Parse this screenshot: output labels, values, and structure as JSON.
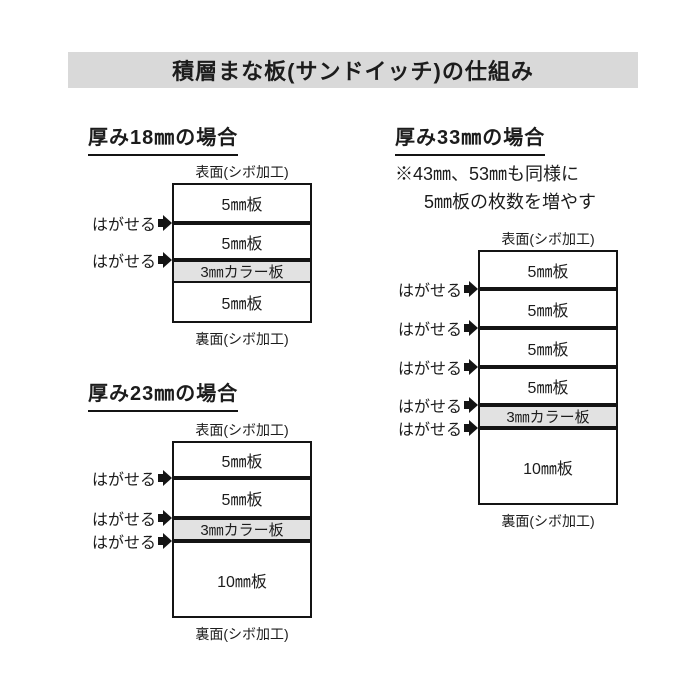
{
  "page": {
    "title": "積層まな板(サンドイッチ)の仕組み"
  },
  "diagrams": [
    {
      "id": "18mm",
      "heading": "厚み18㎜の場合",
      "front_label": "表面(シボ加工)",
      "back_label": "裏面(シボ加工)",
      "layers": [
        {
          "label": "5㎜板",
          "type": "5mm"
        },
        {
          "label": "5㎜板",
          "type": "5mm"
        },
        {
          "label": "3㎜カラー板",
          "type": "3mm-color"
        },
        {
          "label": "5㎜板",
          "type": "5mm"
        }
      ],
      "peels": [
        "はがせる",
        "はがせる"
      ]
    },
    {
      "id": "23mm",
      "heading": "厚み23㎜の場合",
      "front_label": "表面(シボ加工)",
      "back_label": "裏面(シボ加工)",
      "layers": [
        {
          "label": "5㎜板",
          "type": "5mm"
        },
        {
          "label": "5㎜板",
          "type": "5mm"
        },
        {
          "label": "3㎜カラー板",
          "type": "3mm-color"
        },
        {
          "label": "10㎜板",
          "type": "10mm"
        }
      ],
      "peels": [
        "はがせる",
        "はがせる",
        "はがせる"
      ]
    },
    {
      "id": "33mm",
      "heading": "厚み33㎜の場合",
      "note_line1": "※43㎜、53㎜も同様に",
      "note_line2": "5㎜板の枚数を増やす",
      "front_label": "表面(シボ加工)",
      "back_label": "裏面(シボ加工)",
      "layers": [
        {
          "label": "5㎜板",
          "type": "5mm"
        },
        {
          "label": "5㎜板",
          "type": "5mm"
        },
        {
          "label": "5㎜板",
          "type": "5mm"
        },
        {
          "label": "5㎜板",
          "type": "5mm"
        },
        {
          "label": "3㎜カラー板",
          "type": "3mm-color"
        },
        {
          "label": "10㎜板",
          "type": "10mm"
        }
      ],
      "peels": [
        "はがせる",
        "はがせる",
        "はがせる",
        "はがせる",
        "はがせる"
      ]
    }
  ],
  "colors": {
    "header_bg": "#d9d9d9",
    "color_band_bg": "#e2e2e2",
    "line": "#141414"
  }
}
